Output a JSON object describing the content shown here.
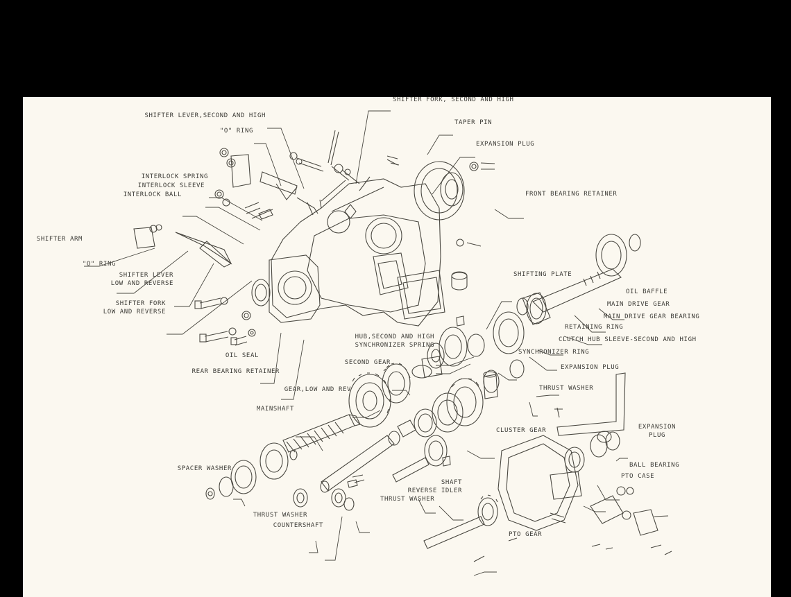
{
  "diagram": {
    "labels": {
      "shifter_fork_second_high": "SHIFTER FORK, SECOND AND HIGH",
      "shifter_lever_second_high": "SHIFTER LEVER,SECOND AND HIGH",
      "o_ring_top": "\"O\" RING",
      "taper_pin": "TAPER PIN",
      "expansion_plug_top": "EXPANSION PLUG",
      "interlock_spring": "INTERLOCK SPRING",
      "interlock_sleeve": "INTERLOCK SLEEVE",
      "interlock_ball": "INTERLOCK BALL",
      "front_bearing_retainer": "FRONT BEARING RETAINER",
      "shifter_arm": "SHIFTER ARM",
      "o_ring_mid": "\"O\" RING",
      "shifter_lever_low_reverse_1": "SHIFTER LEVER",
      "shifter_lever_low_reverse_2": "LOW AND REVERSE",
      "shifter_fork_low_reverse_1": "SHIFTER FORK",
      "shifter_fork_low_reverse_2": "LOW AND REVERSE",
      "shifting_plate": "SHIFTING PLATE",
      "oil_baffle": "OIL BAFFLE",
      "main_drive_gear": "MAIN DRIVE GEAR",
      "main_drive_gear_bearing": "MAIN DRIVE GEAR BEARING",
      "retaining_ring": "RETAINING RING",
      "clutch_hub_sleeve": "CLUTCH HUB SLEEVE-SECOND AND HIGH",
      "hub_second_high": "HUB,SECOND AND HIGH",
      "synchronizer_spring": "SYNCHRONIZER SPRING",
      "synchronizer_ring": "SYNCHRONIZER RING",
      "oil_seal": "OIL SEAL",
      "expansion_plug_mid": "EXPANSION PLUG",
      "rear_bearing_retainer": "REAR BEARING RETAINER",
      "second_gear": "SECOND GEAR",
      "thrust_washer_mid": "THRUST WASHER",
      "gear_low_rev": "GEAR,LOW AND REV",
      "mainshaft": "MAINSHAFT",
      "cluster_gear": "CLUSTER GEAR",
      "expansion_plug_right_1": "EXPANSION",
      "expansion_plug_right_2": "PLUG",
      "spacer_washer": "SPACER WASHER",
      "ball_bearing": "BALL BEARING",
      "pto_case": "PTO CASE",
      "shaft_reverse_idler_1": "SHAFT",
      "shaft_reverse_idler_2": "REVERSE IDLER",
      "thrust_washer_low": "THRUST WASHER",
      "thrust_washer_left": "THRUST WASHER",
      "countershaft": "COUNTERSHAFT",
      "pto_gear": "PTO GEAR"
    }
  }
}
